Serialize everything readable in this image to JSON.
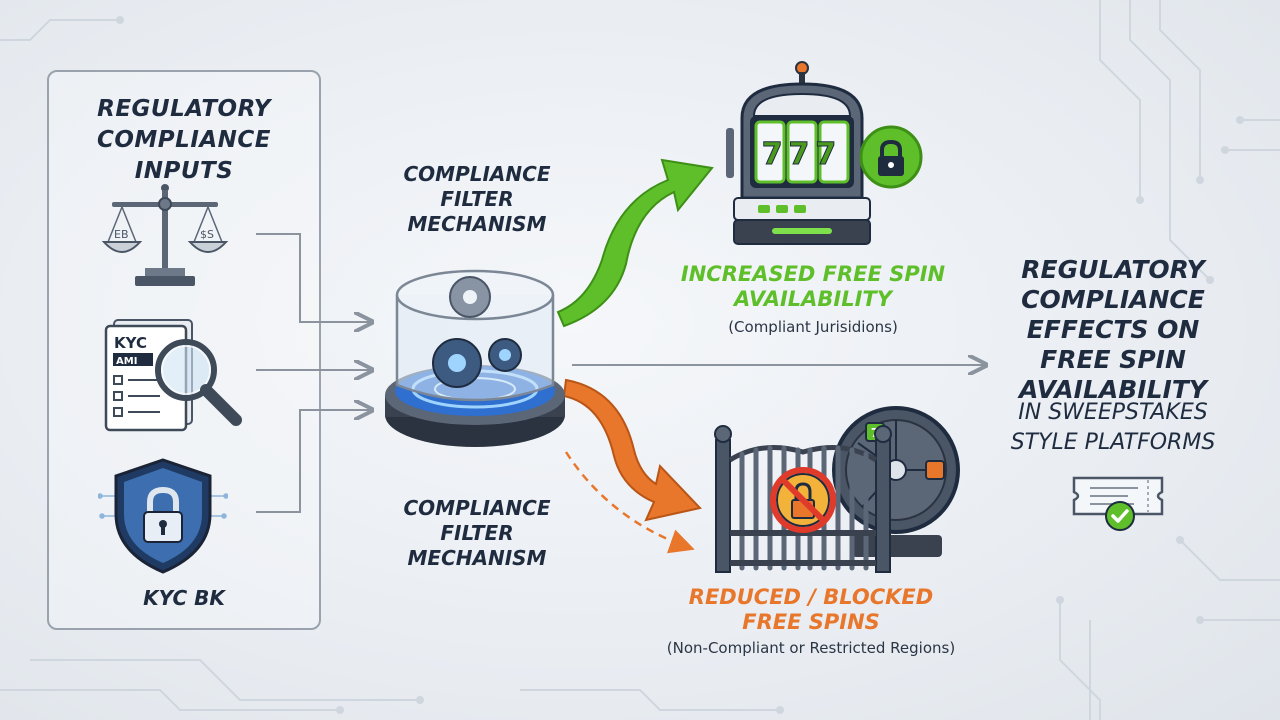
{
  "inputs": {
    "title": "REGULATORY\nCOMPLIANCE\nINPUTS",
    "kyc_doc_text": "KYC",
    "kyc_doc_text2": "AMI",
    "scale_left_text": "EB",
    "scale_right_text": "$S",
    "shield_caption": "KYC BK"
  },
  "filter": {
    "label_top": "COMPLIANCE\nFILTER\nMECHANISM",
    "label_bottom": "COMPLIANCE\nFILTER\nMECHANISM"
  },
  "outcomes": {
    "positive_title": "INCREASED FREE SPIN\nAVAILABILITY",
    "positive_sub": "(Compliant Jurisidions)",
    "slot_symbols": "777",
    "negative_title": "REDUCED / BLOCKED\nFREE SPINS",
    "negative_sub": "(Non-Compliant or Restricted Regions)",
    "wheel_symbol": "7"
  },
  "result": {
    "title": "REGULATORY\nCOMPLIANCE\nEFFECTS ON\nFREE SPIN\nAVAILABILITY",
    "subtitle": "IN SWEEPSTAKES\nSTYLE PLATFORMS"
  },
  "colors": {
    "navy": "#1f2c40",
    "green": "#5fbf2a",
    "orange": "#e8762b",
    "blue": "#3a8fd8",
    "gray_line": "#8a939e"
  },
  "icons": [
    "scales-of-justice-icon",
    "kyc-document-magnifier-icon",
    "security-shield-lock-icon",
    "filter-cylinder-gears-icon",
    "slot-machine-icon",
    "lock-badge-icon",
    "blocked-gate-icon",
    "prize-wheel-icon",
    "ticket-check-icon"
  ]
}
